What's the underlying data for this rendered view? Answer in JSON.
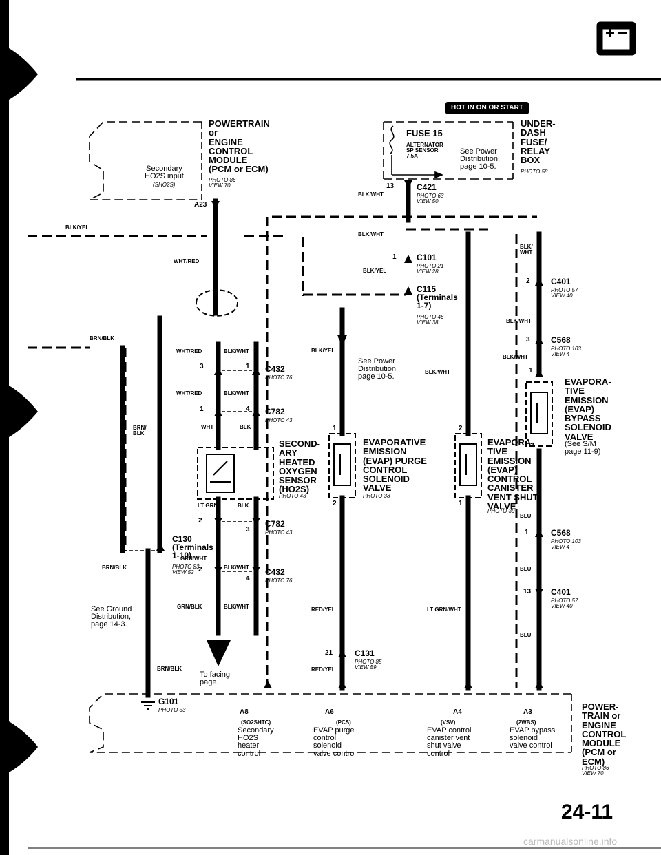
{
  "header": {
    "hot_badge": "HOT IN ON OR START"
  },
  "pcm_top": {
    "title": "POWERTRAIN\nor\nENGINE\nCONTROL\nMODULE\n(PCM or ECM)",
    "photo": "PHOTO 86\nVIEW 70",
    "input": "Secondary\nHO2S input",
    "input_code": "(SHO2S)",
    "pin": "A23"
  },
  "fuse_box": {
    "fuse": "FUSE 15",
    "fuse_name": "ALTERNATOR\nSP SENSOR\n7.5A",
    "see": "See Power\nDistribution,\npage 10-5.",
    "title": "UNDER-\nDASH\nFUSE/\nRELAY\nBOX",
    "photo": "PHOTO 58"
  },
  "connectors": {
    "c421": {
      "pin": "13",
      "name": "C421",
      "photo": "PHOTO 63\nVIEW 50"
    },
    "c101": {
      "pin": "1",
      "name": "C101",
      "photo": "PHOTO 21\nVIEW 28"
    },
    "c115": {
      "name": "C115\n(Terminals\n1-7)",
      "photo": "PHOTO 46\nVIEW 38"
    },
    "c401a": {
      "pin": "2",
      "name": "C401",
      "photo": "PHOTO 57\nVIEW 40"
    },
    "c568a": {
      "pin": "3",
      "name": "C568",
      "photo": "PHOTO 103\nVIEW 4"
    },
    "c432a": {
      "pin_l": "3",
      "pin_r": "1",
      "name": "C432",
      "photo": "PHOTO 76"
    },
    "c782a": {
      "pin_l": "1",
      "pin_r": "4",
      "name": "C782",
      "photo": "PHOTO 43"
    },
    "c782b": {
      "pin_l": "2",
      "pin_r": "3",
      "name": "C782",
      "photo": "PHOTO 43"
    },
    "c130": {
      "name": "C130\n(Terminals\n1-10)",
      "photo": "PHOTO 83\nVIEW 52"
    },
    "c432b": {
      "pin_l": "2",
      "pin_r": "4",
      "name": "C432",
      "photo": "PHOTO 76"
    },
    "c568b": {
      "pin": "1",
      "name": "C568",
      "photo": "PHOTO 103\nVIEW 4"
    },
    "c401b": {
      "pin": "13",
      "name": "C401",
      "photo": "PHOTO 57\nVIEW 40"
    },
    "c131": {
      "pin": "21",
      "name": "C131",
      "photo": "PHOTO 85\nVIEW 59"
    },
    "g101": {
      "name": "G101",
      "photo": "PHOTO 33"
    }
  },
  "wires": {
    "blk_yel_left": "BLK/YEL",
    "wht_red_1": "WHT/RED",
    "brn_blk_left": "BRN/BLK",
    "wht_red_2": "WHT/RED",
    "blk_wht_1": "BLK/WHT",
    "wht_red_3": "WHT/RED",
    "blk_wht_2": "BLK/WHT",
    "brn_blk_v": "BRN/\nBLK",
    "wht": "WHT",
    "blk": "BLK",
    "lt_grn": "LT GRN",
    "blk_2": "BLK",
    "brn_blk_low": "BRN/BLK",
    "blk_wht_3": "BLK/WHT",
    "grn_wht": "GRN/WHT",
    "grn_blk": "GRN/BLK",
    "blk_wht_4": "BLK/WHT",
    "brn_blk_g": "BRN/BLK",
    "blk_wht_top": "BLK/WHT",
    "blk_wht_c421": "BLK/WHT",
    "blk_yel_c101": "BLK/YEL",
    "blk_yel_mid": "BLK/YEL",
    "blk_wht_mid": "BLK/WHT",
    "blk_wht_r1": "BLK/\nWHT",
    "blk_wht_r2": "BLK/WHT",
    "blk_wht_r3": "BLK/WHT",
    "red_yel_1": "RED/YEL",
    "red_yel_2": "RED/YEL",
    "lt_grn_wht": "LT GRN/WHT",
    "blu_1": "BLU",
    "blu_2": "BLU",
    "blu_3": "BLU"
  },
  "components": {
    "ho2s": {
      "title": "SECOND-\nARY\nHEATED\nOXYGEN\nSENSOR\n(HO2S)",
      "photo": "PHOTO 43"
    },
    "purge": {
      "pin_top": "1",
      "pin_bot": "2",
      "title": "EVAPORATIVE\nEMISSION\n(EVAP) PURGE\nCONTROL\nSOLENOID\nVALVE",
      "photo": "PHOTO 38"
    },
    "shut": {
      "pin_top": "2",
      "pin_bot": "1",
      "title": "EVAPORA-\nTIVE\nEMISSION\n(EVAP)\nCONTROL\nCANISTER\nVENT SHUT\nVALVE",
      "photo": "PHOTO 39"
    },
    "bypass": {
      "pin_top": "1",
      "pin_bot": "2",
      "title": "EVAPORA-\nTIVE\nEMISSION\n(EVAP)\nBYPASS\nSOLENOID\nVALVE",
      "ref": "(See S/M\npage 11-9)"
    }
  },
  "notes": {
    "see_power_mid": "See Power\nDistribution,\npage 10-5.",
    "see_ground": "See Ground\nDistribution,\npage 14-3.",
    "to_facing": "To facing\npage."
  },
  "pcm_bottom": {
    "pins": [
      "A8",
      "A6",
      "A4",
      "A3"
    ],
    "codes": [
      "(SO2SHTC)",
      "(PCS)",
      "(VSV)",
      "(2WBS)"
    ],
    "labels": [
      "Secondary\nHO2S\nheater\ncontrol",
      "EVAP purge\ncontrol\nsolenoid\nvalve control",
      "EVAP control\ncanister vent\nshut valve\ncontrol",
      "EVAP bypass\nsolenoid\nvalve control"
    ],
    "title": "POWER-\nTRAIN or\nENGINE\nCONTROL\nMODULE\n(PCM or\nECM)",
    "photo": "PHOTO 86\nVIEW 70"
  },
  "page_number": "24-11",
  "watermark": "carmanualsonline.info"
}
